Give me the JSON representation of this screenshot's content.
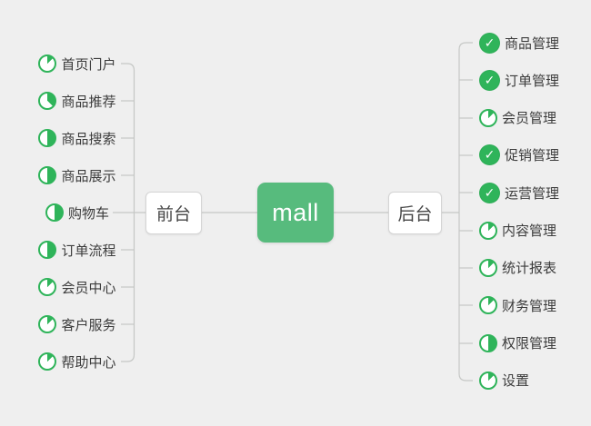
{
  "colors": {
    "background": "#efefef",
    "node_green": "#57bb7d",
    "icon_green": "#2fb45a",
    "line_gray": "#c5c7c5",
    "node_border": "#d4d4d4",
    "text_dark": "#3c3c3c",
    "branch_text": "#464646"
  },
  "icons": {
    "done_glyph": "✓",
    "done_icon_name": "task-done-icon",
    "progress_icon_name": "task-progress-icon"
  },
  "root": {
    "label": "mall"
  },
  "branches": [
    {
      "label": "前台",
      "side": "left",
      "items": [
        {
          "label": "首页门户",
          "status": "progress",
          "progress_percent": 12.5
        },
        {
          "label": "商品推荐",
          "status": "progress",
          "progress_percent": 37.5
        },
        {
          "label": "商品搜索",
          "status": "progress",
          "progress_percent": 50
        },
        {
          "label": "商品展示",
          "status": "progress",
          "progress_percent": 50
        },
        {
          "label": "购物车",
          "status": "progress",
          "progress_percent": 50
        },
        {
          "label": "订单流程",
          "status": "progress",
          "progress_percent": 50
        },
        {
          "label": "会员中心",
          "status": "progress",
          "progress_percent": 12.5
        },
        {
          "label": "客户服务",
          "status": "progress",
          "progress_percent": 12.5
        },
        {
          "label": "帮助中心",
          "status": "progress",
          "progress_percent": 12.5
        }
      ]
    },
    {
      "label": "后台",
      "side": "right",
      "items": [
        {
          "label": "商品管理",
          "status": "done"
        },
        {
          "label": "订单管理",
          "status": "done"
        },
        {
          "label": "会员管理",
          "status": "progress",
          "progress_percent": 12.5
        },
        {
          "label": "促销管理",
          "status": "done"
        },
        {
          "label": "运营管理",
          "status": "done"
        },
        {
          "label": "内容管理",
          "status": "progress",
          "progress_percent": 12.5
        },
        {
          "label": "统计报表",
          "status": "progress",
          "progress_percent": 12.5
        },
        {
          "label": "财务管理",
          "status": "progress",
          "progress_percent": 12.5
        },
        {
          "label": "权限管理",
          "status": "progress",
          "progress_percent": 50
        },
        {
          "label": "设置",
          "status": "progress",
          "progress_percent": 12.5
        }
      ]
    }
  ]
}
